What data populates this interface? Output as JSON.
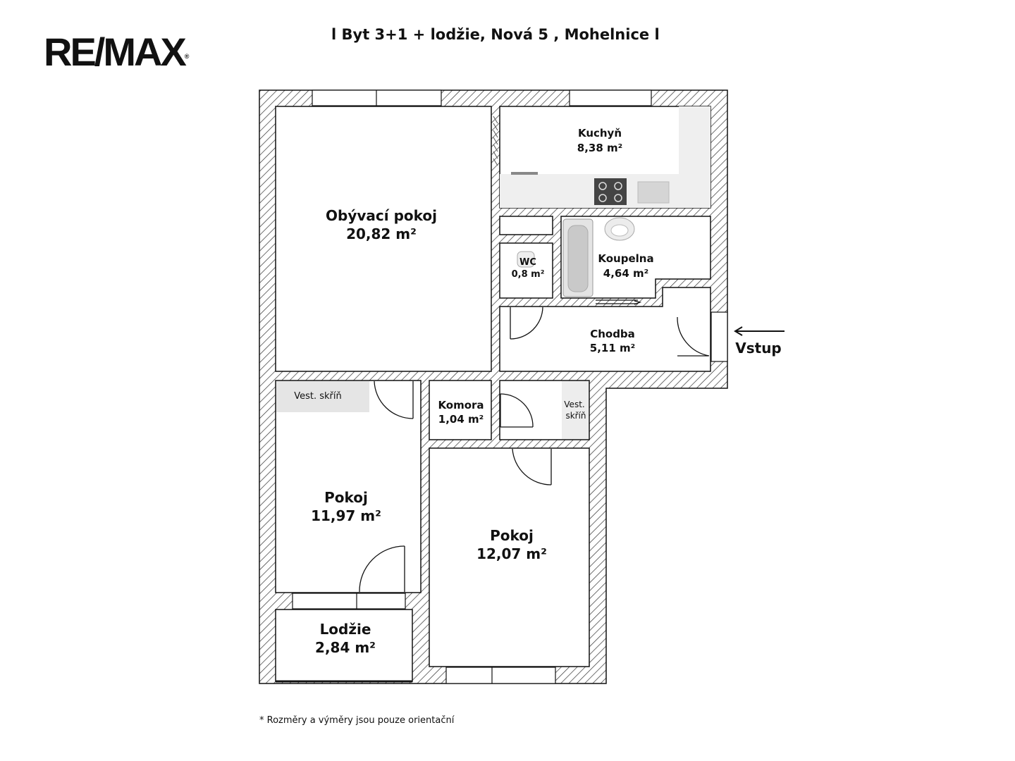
{
  "brand": {
    "logo_text": "RE/MAX"
  },
  "title": "l Byt 3+1 + lodžie, Nová 5 , Mohelnice l",
  "footnote": "* Rozměry a výměry jsou pouze orientační",
  "rooms": {
    "obyvaci": {
      "name": "Obývací pokoj",
      "area": "20,82 m²"
    },
    "kuchyn": {
      "name": "Kuchyň",
      "area": "8,38 m²"
    },
    "wc": {
      "name": "WC",
      "area": "0,8 m²"
    },
    "koupelna": {
      "name": "Koupelna",
      "area": "4,64 m²"
    },
    "chodba": {
      "name": "Chodba",
      "area": "5,11 m²"
    },
    "komora": {
      "name": "Komora",
      "area": "1,04 m²"
    },
    "pokoj1": {
      "name": "Pokoj",
      "area": "11,97 m²"
    },
    "pokoj2": {
      "name": "Pokoj",
      "area": "12,07 m²"
    },
    "lodzie": {
      "name": "Lodžie",
      "area": "2,84 m²"
    }
  },
  "closets": {
    "skrin1": {
      "label": "Vest. skříň"
    },
    "skrin2": {
      "line1": "Vest.",
      "line2": "skříň"
    }
  },
  "entrance": {
    "label": "Vstup"
  },
  "colors": {
    "wall": "#111111",
    "hatch": "#333333",
    "fixture": "#e6e6e6"
  }
}
